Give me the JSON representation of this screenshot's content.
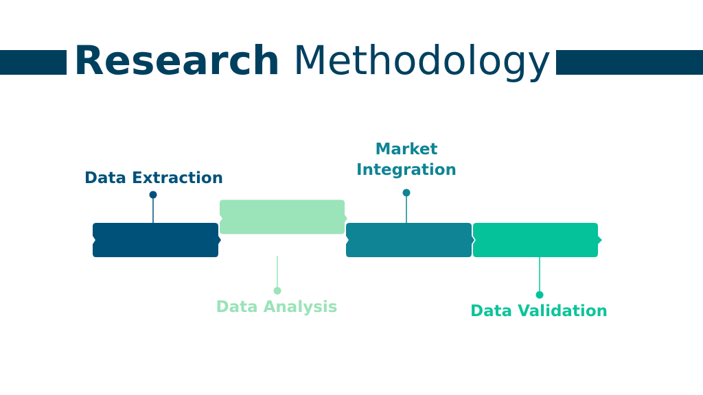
{
  "title": {
    "bold": "Research",
    "light": "Methodology"
  },
  "steps": [
    {
      "label": "Data Extraction",
      "color": "#00517a",
      "label_color": "#00517a",
      "position": "above"
    },
    {
      "label": "Data Analysis",
      "color": "#9be3b9",
      "label_color": "#9be3b9",
      "position": "below"
    },
    {
      "label_line1": "Market",
      "label_line2": "Integration",
      "color": "#0e8494",
      "label_color": "#0e8494",
      "position": "above"
    },
    {
      "label": "Data Validation",
      "color": "#05c29b",
      "label_color": "#0ec49a",
      "position": "below"
    }
  ],
  "colors": {
    "header_bar": "#003f5c",
    "title": "#00405f"
  }
}
